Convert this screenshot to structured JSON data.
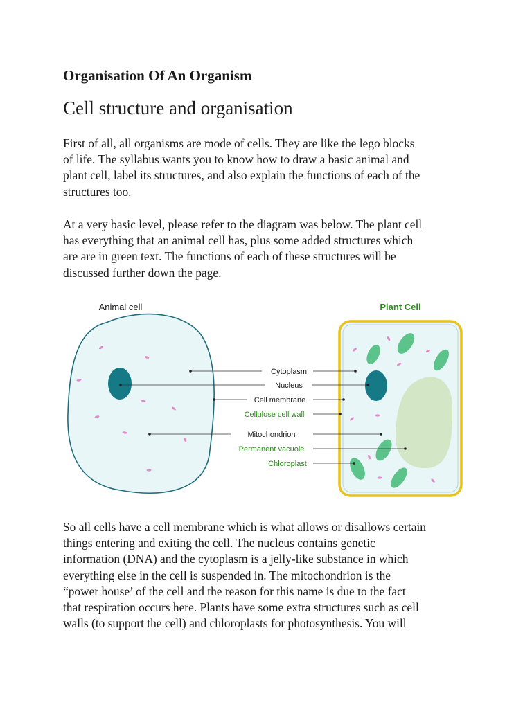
{
  "document": {
    "title": "Organisation Of An Organism",
    "subtitle": "Cell structure and organisation",
    "paragraph1": [
      "First of all, all organisms are mode of cells. They are like the lego blocks",
      "of life. The syllabus wants you to know how to draw a basic animal and",
      "plant cell, label its structures, and also explain the functions of each of the",
      "structures too."
    ],
    "paragraph2": [
      "At a very basic level, please refer to the diagram was below. The plant cell",
      "has everything that an animal cell has, plus some added structures which",
      "are are in green text. The functions of each of these structures will be",
      "discussed further down the page."
    ],
    "paragraph3": [
      "So all cells have a cell membrane which is what allows or disallows certain",
      "things entering and exiting the cell. The nucleus contains genetic",
      "information (DNA) and the cytoplasm is a jelly-like substance in which",
      "everything else in the cell is suspended in. The mitochondrion is the",
      "“power house’ of the cell and the reason for this name is due to the fact",
      "that respiration occurs here. Plants have some extra structures such as cell",
      "walls (to support the cell) and chloroplasts for photosynthesis. You will"
    ]
  },
  "diagram": {
    "animal_title": "Animal cell",
    "plant_title": "Plant Cell",
    "labels": {
      "cytoplasm": "Cytoplasm",
      "nucleus": "Nucleus",
      "cell_membrane": "Cell membrane",
      "cellulose_cell_wall": "Cellulose cell wall",
      "mitochondrion": "Mitochondrion",
      "permanent_vacuole": "Permanent vacuole",
      "chloroplast": "Chloroplast"
    },
    "colors": {
      "black_label": "#1a1a1a",
      "green_label": "#2e8b1e",
      "plant_title": "#2e8b1e",
      "cytoplasm_fill": "#e9f6f8",
      "membrane_stroke": "#1f6d7a",
      "nucleus_fill": "#157a85",
      "cell_wall": "#e8c21c",
      "vacuole_fill": "#d3e7c6",
      "chloroplast_fill": "#5cc48a",
      "mitochondria_fill": "#e08ac8"
    }
  }
}
